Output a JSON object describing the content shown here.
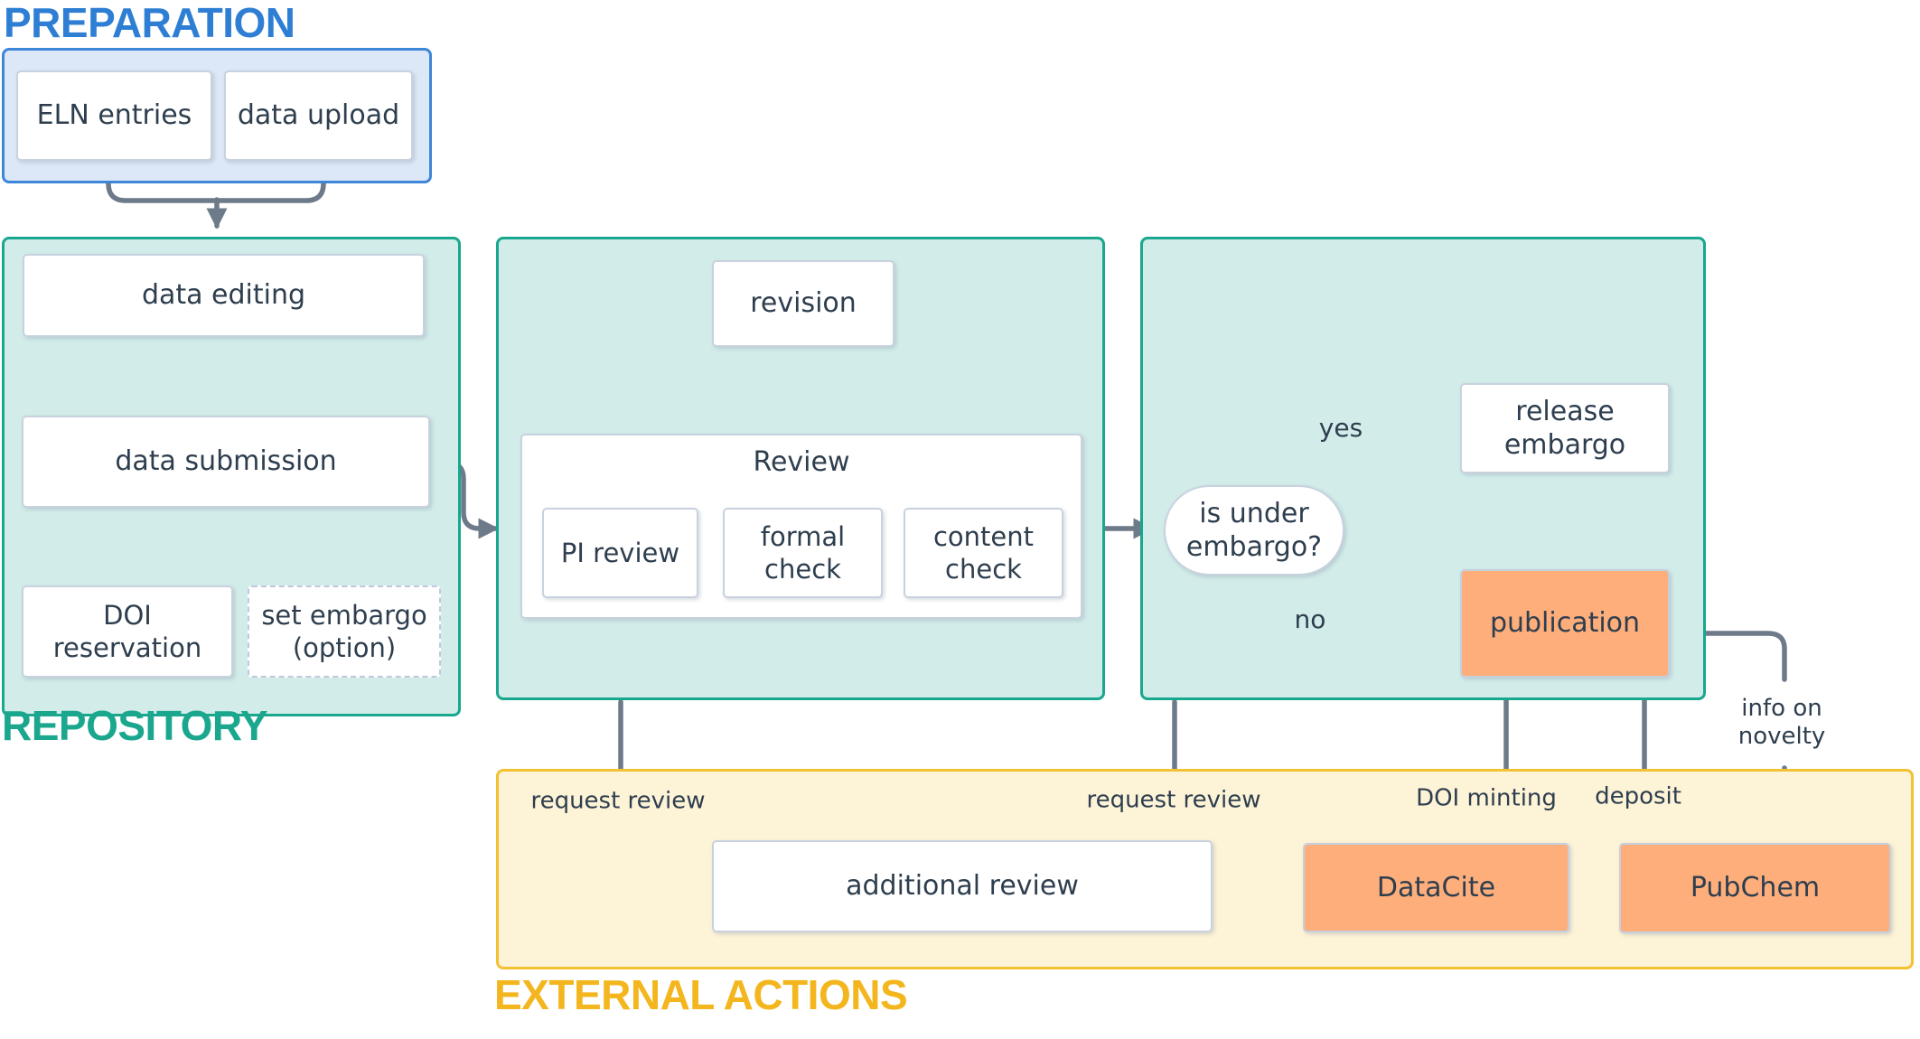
{
  "sections": {
    "preparation": {
      "title": "PREPARATION",
      "nodes": {
        "eln": "ELN entries",
        "upload": "data upload"
      }
    },
    "repository": {
      "title": "REPOSITORY",
      "nodes": {
        "editing": "data editing",
        "submission": "data submission",
        "doi_reservation": "DOI\nreservation",
        "set_embargo": "set embargo\n(option)"
      }
    },
    "review": {
      "nodes": {
        "revision": "revision",
        "review_group": "Review",
        "pi_review": "PI review",
        "formal_check": "formal\ncheck",
        "content_check": "content\ncheck"
      }
    },
    "decision": {
      "question": "is under\nembargo?",
      "yes_label": "yes",
      "no_label": "no",
      "release_embargo": "release\nembargo",
      "publication": "publication"
    },
    "external": {
      "title": "EXTERNAL ACTIONS",
      "nodes": {
        "additional_review": "additional review",
        "datacite": "DataCite",
        "pubchem": "PubChem"
      }
    }
  },
  "edge_labels": {
    "request_review_left": "request review",
    "request_review_right": "request review",
    "doi_minting": "DOI minting",
    "deposit": "deposit",
    "info_on_novelty": "info on\nnovelty"
  },
  "colors": {
    "preparation_accent": "#2e7fd4",
    "preparation_fill": "#dce8f7",
    "repository_accent": "#19a78e",
    "repository_fill": "#d2ecea",
    "external_accent": "#f4b61e",
    "external_border": "#f2c233",
    "external_fill": "#fdf3d7",
    "orange_node_fill": "#fdae7b",
    "node_border": "#c8d2df",
    "arrow": "#6d7a89",
    "text": "#2e3e4e"
  }
}
